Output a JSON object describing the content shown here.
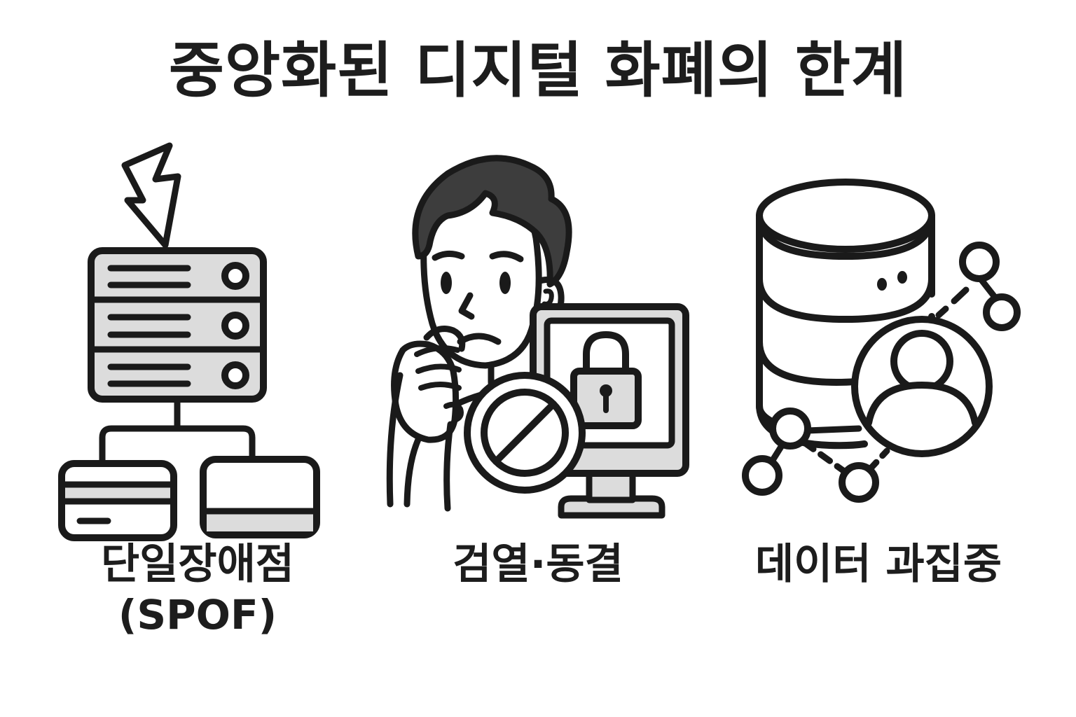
{
  "header": {
    "title": "중앙화된 디지털 화폐의 한계"
  },
  "colors": {
    "background": "#ffffff",
    "ink": "#1a1a1a",
    "text": "#1d1d1d",
    "fill_light": "#dcdcdc",
    "fill_mid": "#d2d2d2",
    "hair": "#3d3d3d",
    "skin": "#ffffff"
  },
  "columns": [
    {
      "id": "spof",
      "caption": "단일장애점",
      "caption_sub": "(SPOF)",
      "illustration": "server-rack-with-lightning-bolt-and-connected-card-and-tablet",
      "icons": [
        "lightning-bolt-icon",
        "server-rack-icon",
        "server-unit-icon",
        "server-led-icon",
        "connector-line-icon",
        "credit-card-icon",
        "tablet-device-icon"
      ],
      "server_units": 3,
      "server_bars_per_unit": 2
    },
    {
      "id": "censorship-freeze",
      "caption": "검열·동결",
      "caption_sub": "",
      "illustration": "worried-person-with-locked-monitor-and-prohibition-sign",
      "icons": [
        "person-worried-icon",
        "hand-icon",
        "monitor-icon",
        "padlock-icon",
        "keyhole-icon",
        "prohibition-sign-icon"
      ]
    },
    {
      "id": "data-concentration",
      "caption": "데이터 과집중",
      "caption_sub": "",
      "illustration": "database-cylinder-with-network-nodes-and-user-avatar",
      "icons": [
        "database-cylinder-icon",
        "network-node-icon",
        "network-link-icon",
        "user-avatar-icon"
      ],
      "cylinder_bands": 3,
      "network_nodes": 6
    }
  ]
}
